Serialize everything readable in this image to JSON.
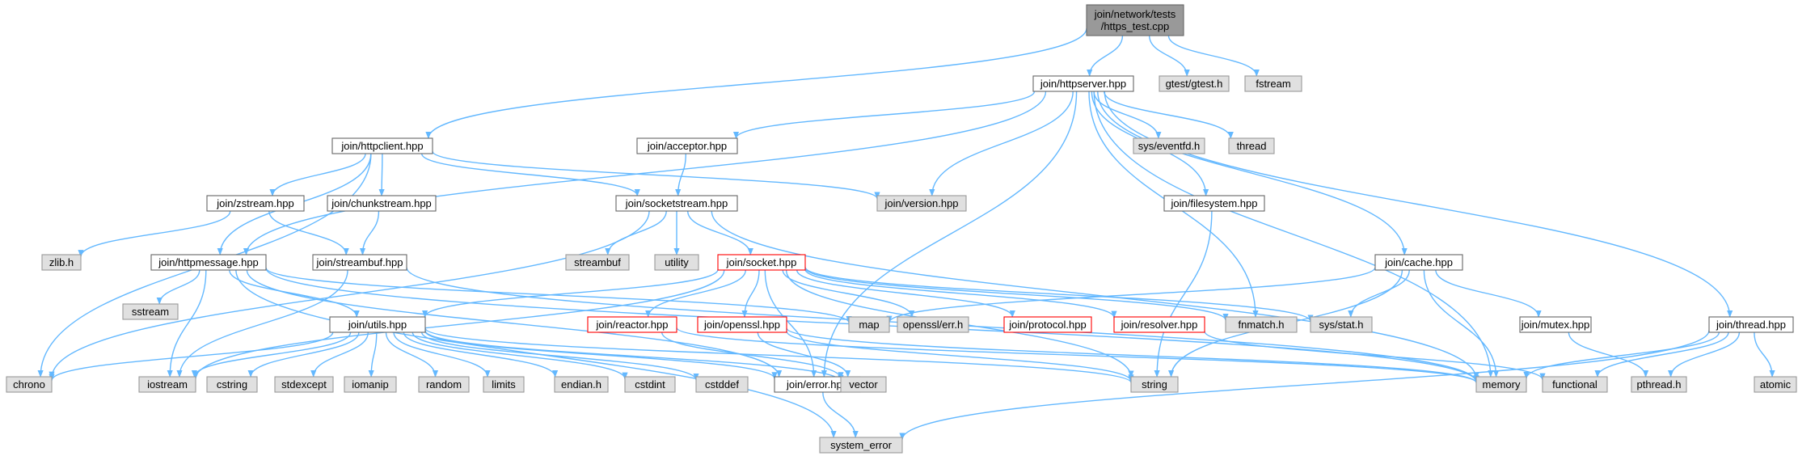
{
  "graph_title": "join/network/tests/https_test.cpp",
  "colors": {
    "root_fill": "#999999",
    "root_border": "#666666",
    "file_fill": "#ffffff",
    "file_border": "#666666",
    "error_border": "#ff0000",
    "system_fill": "#e0e0e0",
    "system_border": "#999999",
    "edge": "#63b8ff"
  },
  "nodes": [
    {
      "id": "root",
      "lines": [
        "join/network/tests",
        "/https_test.cpp"
      ],
      "kind": "root"
    },
    {
      "id": "httpserver",
      "lines": [
        "join/httpserver.hpp"
      ],
      "kind": "file"
    },
    {
      "id": "gtest",
      "lines": [
        "gtest/gtest.h"
      ],
      "kind": "system"
    },
    {
      "id": "fstream",
      "lines": [
        "fstream"
      ],
      "kind": "system"
    },
    {
      "id": "httpclient",
      "lines": [
        "join/httpclient.hpp"
      ],
      "kind": "file"
    },
    {
      "id": "acceptor",
      "lines": [
        "join/acceptor.hpp"
      ],
      "kind": "file"
    },
    {
      "id": "eventfd",
      "lines": [
        "sys/eventfd.h"
      ],
      "kind": "system"
    },
    {
      "id": "thread_std",
      "lines": [
        "thread"
      ],
      "kind": "system"
    },
    {
      "id": "zstream",
      "lines": [
        "join/zstream.hpp"
      ],
      "kind": "file"
    },
    {
      "id": "chunkstream",
      "lines": [
        "join/chunkstream.hpp"
      ],
      "kind": "file"
    },
    {
      "id": "socketstream",
      "lines": [
        "join/socketstream.hpp"
      ],
      "kind": "file"
    },
    {
      "id": "version",
      "lines": [
        "join/version.hpp"
      ],
      "kind": "system"
    },
    {
      "id": "filesystem",
      "lines": [
        "join/filesystem.hpp"
      ],
      "kind": "file"
    },
    {
      "id": "zlib",
      "lines": [
        "zlib.h"
      ],
      "kind": "system"
    },
    {
      "id": "httpmessage",
      "lines": [
        "join/httpmessage.hpp"
      ],
      "kind": "file"
    },
    {
      "id": "streambuf_h",
      "lines": [
        "join/streambuf.hpp"
      ],
      "kind": "file"
    },
    {
      "id": "streambuf_std",
      "lines": [
        "streambuf"
      ],
      "kind": "system"
    },
    {
      "id": "utility",
      "lines": [
        "utility"
      ],
      "kind": "system"
    },
    {
      "id": "socket",
      "lines": [
        "join/socket.hpp"
      ],
      "kind": "error"
    },
    {
      "id": "cache",
      "lines": [
        "join/cache.hpp"
      ],
      "kind": "file"
    },
    {
      "id": "sstream",
      "lines": [
        "sstream"
      ],
      "kind": "system"
    },
    {
      "id": "utils",
      "lines": [
        "join/utils.hpp"
      ],
      "kind": "file"
    },
    {
      "id": "reactor",
      "lines": [
        "join/reactor.hpp"
      ],
      "kind": "error"
    },
    {
      "id": "openssl_h",
      "lines": [
        "join/openssl.hpp"
      ],
      "kind": "error"
    },
    {
      "id": "map",
      "lines": [
        "map"
      ],
      "kind": "system"
    },
    {
      "id": "opensslerr",
      "lines": [
        "openssl/err.h"
      ],
      "kind": "system"
    },
    {
      "id": "protocol",
      "lines": [
        "join/protocol.hpp"
      ],
      "kind": "error"
    },
    {
      "id": "resolver",
      "lines": [
        "join/resolver.hpp"
      ],
      "kind": "error"
    },
    {
      "id": "fnmatch",
      "lines": [
        "fnmatch.h"
      ],
      "kind": "system"
    },
    {
      "id": "sysstat",
      "lines": [
        "sys/stat.h"
      ],
      "kind": "system"
    },
    {
      "id": "mutex",
      "lines": [
        "join/mutex.hpp"
      ],
      "kind": "file"
    },
    {
      "id": "thread_h",
      "lines": [
        "join/thread.hpp"
      ],
      "kind": "file"
    },
    {
      "id": "chrono",
      "lines": [
        "chrono"
      ],
      "kind": "system"
    },
    {
      "id": "iostream",
      "lines": [
        "iostream"
      ],
      "kind": "system"
    },
    {
      "id": "cstring",
      "lines": [
        "cstring"
      ],
      "kind": "system"
    },
    {
      "id": "stdexcept",
      "lines": [
        "stdexcept"
      ],
      "kind": "system"
    },
    {
      "id": "iomanip",
      "lines": [
        "iomanip"
      ],
      "kind": "system"
    },
    {
      "id": "random",
      "lines": [
        "random"
      ],
      "kind": "system"
    },
    {
      "id": "limits",
      "lines": [
        "limits"
      ],
      "kind": "system"
    },
    {
      "id": "endian",
      "lines": [
        "endian.h"
      ],
      "kind": "system"
    },
    {
      "id": "cstdint",
      "lines": [
        "cstdint"
      ],
      "kind": "system"
    },
    {
      "id": "cstddef",
      "lines": [
        "cstddef"
      ],
      "kind": "system"
    },
    {
      "id": "error",
      "lines": [
        "join/error.hpp"
      ],
      "kind": "file"
    },
    {
      "id": "vector",
      "lines": [
        "vector"
      ],
      "kind": "system"
    },
    {
      "id": "string",
      "lines": [
        "string"
      ],
      "kind": "system"
    },
    {
      "id": "memory",
      "lines": [
        "memory"
      ],
      "kind": "system"
    },
    {
      "id": "functional",
      "lines": [
        "functional"
      ],
      "kind": "system"
    },
    {
      "id": "pthread",
      "lines": [
        "pthread.h"
      ],
      "kind": "system"
    },
    {
      "id": "atomic",
      "lines": [
        "atomic"
      ],
      "kind": "system"
    },
    {
      "id": "system_error",
      "lines": [
        "system_error"
      ],
      "kind": "system"
    }
  ],
  "edges": [
    [
      "root",
      "httpserver"
    ],
    [
      "root",
      "gtest"
    ],
    [
      "root",
      "fstream"
    ],
    [
      "root",
      "httpclient"
    ],
    [
      "httpserver",
      "httpmessage"
    ],
    [
      "httpserver",
      "acceptor"
    ],
    [
      "httpserver",
      "eventfd"
    ],
    [
      "httpserver",
      "thread_std"
    ],
    [
      "httpserver",
      "version"
    ],
    [
      "httpserver",
      "filesystem"
    ],
    [
      "httpserver",
      "fnmatch"
    ],
    [
      "httpserver",
      "cache"
    ],
    [
      "httpserver",
      "memory"
    ],
    [
      "httpserver",
      "thread_h"
    ],
    [
      "httpserver",
      "error"
    ],
    [
      "httpclient",
      "chrono"
    ],
    [
      "httpclient",
      "httpmessage"
    ],
    [
      "httpclient",
      "zstream"
    ],
    [
      "httpclient",
      "chunkstream"
    ],
    [
      "httpclient",
      "socketstream"
    ],
    [
      "httpclient",
      "version"
    ],
    [
      "acceptor",
      "socketstream"
    ],
    [
      "zstream",
      "zlib"
    ],
    [
      "zstream",
      "streambuf_h"
    ],
    [
      "chunkstream",
      "streambuf_h"
    ],
    [
      "socketstream",
      "chrono"
    ],
    [
      "socketstream",
      "streambuf_std"
    ],
    [
      "socketstream",
      "utility"
    ],
    [
      "socketstream",
      "socket"
    ],
    [
      "socketstream",
      "memory"
    ],
    [
      "filesystem",
      "string"
    ],
    [
      "httpmessage",
      "sstream"
    ],
    [
      "httpmessage",
      "iostream"
    ],
    [
      "httpmessage",
      "utils"
    ],
    [
      "httpmessage",
      "map"
    ],
    [
      "httpmessage",
      "error"
    ],
    [
      "httpmessage",
      "system_error"
    ],
    [
      "httpmessage",
      "memory"
    ],
    [
      "streambuf_h",
      "iostream"
    ],
    [
      "streambuf_h",
      "memory"
    ],
    [
      "socket",
      "reactor"
    ],
    [
      "socket",
      "openssl_h"
    ],
    [
      "socket",
      "protocol"
    ],
    [
      "socket",
      "resolver"
    ],
    [
      "socket",
      "opensslerr"
    ],
    [
      "socket",
      "fnmatch"
    ],
    [
      "socket",
      "sysstat"
    ],
    [
      "socket",
      "utils"
    ],
    [
      "socket",
      "iostream"
    ],
    [
      "socket",
      "error"
    ],
    [
      "socket",
      "string"
    ],
    [
      "cache",
      "map"
    ],
    [
      "cache",
      "sysstat"
    ],
    [
      "cache",
      "mutex"
    ],
    [
      "cache",
      "memory"
    ],
    [
      "cache",
      "string"
    ],
    [
      "utils",
      "chrono"
    ],
    [
      "utils",
      "iostream"
    ],
    [
      "utils",
      "cstring"
    ],
    [
      "utils",
      "stdexcept"
    ],
    [
      "utils",
      "iomanip"
    ],
    [
      "utils",
      "random"
    ],
    [
      "utils",
      "limits"
    ],
    [
      "utils",
      "endian"
    ],
    [
      "utils",
      "cstdint"
    ],
    [
      "utils",
      "cstddef"
    ],
    [
      "utils",
      "error"
    ],
    [
      "utils",
      "vector"
    ],
    [
      "utils",
      "string"
    ],
    [
      "reactor",
      "vector"
    ],
    [
      "reactor",
      "memory"
    ],
    [
      "openssl_h",
      "vector"
    ],
    [
      "openssl_h",
      "string"
    ],
    [
      "openssl_h",
      "memory"
    ],
    [
      "resolver",
      "functional"
    ],
    [
      "mutex",
      "pthread"
    ],
    [
      "thread_h",
      "functional"
    ],
    [
      "thread_h",
      "memory"
    ],
    [
      "thread_h",
      "pthread"
    ],
    [
      "thread_h",
      "atomic"
    ],
    [
      "thread_h",
      "system_error"
    ],
    [
      "error",
      "system_error"
    ]
  ]
}
